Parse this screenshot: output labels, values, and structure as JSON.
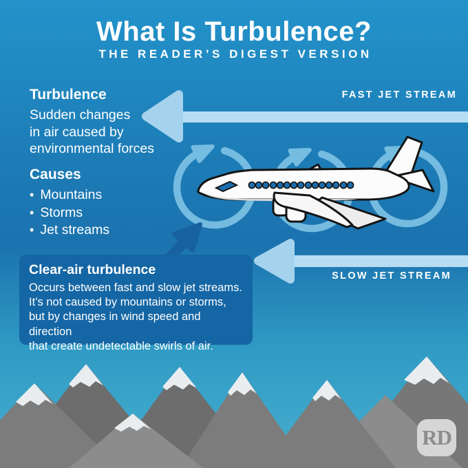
{
  "header": {
    "title": "What Is Turbulence?",
    "subtitle": "THE READER’S DIGEST VERSION"
  },
  "definition": {
    "heading": "Turbulence",
    "lines": [
      "Sudden changes",
      "in air caused by",
      "environmental forces"
    ]
  },
  "causes": {
    "heading": "Causes",
    "bullet": "•",
    "items": [
      "Mountains",
      "Storms",
      "Jet streams"
    ]
  },
  "streams": {
    "fast_label": "FAST JET STREAM",
    "slow_label": "SLOW JET STREAM"
  },
  "callout": {
    "heading": "Clear-air turbulence",
    "lines": [
      "Occurs between fast and slow jet streams.",
      "It’s not caused by mountains or storms,",
      "but by changes in wind speed and direction",
      "that create undetectable swirls of air."
    ]
  },
  "logo": {
    "text": "RD"
  },
  "colors": {
    "bg_top": "#2393ca",
    "bg_mid": "#1d7cb6",
    "bg_deep": "#1b72ae",
    "bg_low": "#2f9ac4",
    "bg_bottom": "#48afce",
    "text_light": "#ffffff",
    "stream_arrow": "#a5d3ee",
    "stream_shaft": "#b7ddf3",
    "swirl": "#7fc3e6",
    "callout_bg": "#1566a4",
    "callout_arrow": "#17619f",
    "plane_window": "#1d6dad",
    "mtn_dark": "#6d6d6d",
    "mtn_dark2": "#777777",
    "mtn_mid": "#7c7c7c",
    "mtn_light": "#8c8c8c",
    "snow": "#e9edef",
    "logo_bg": "#d6d6d6",
    "logo_text": "#8d8d8d"
  }
}
